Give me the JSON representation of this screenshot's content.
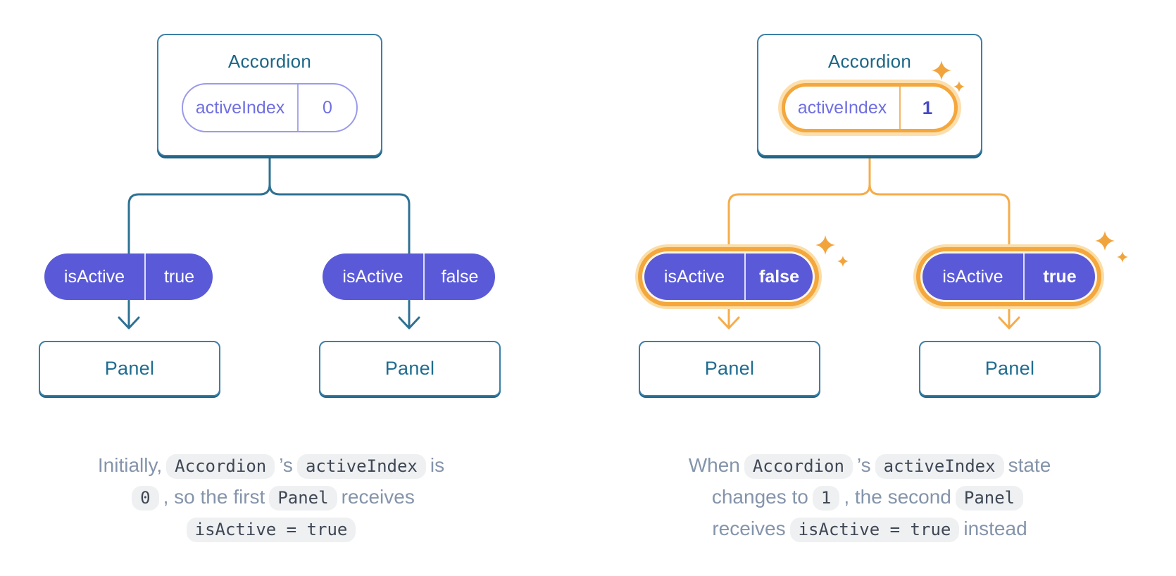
{
  "colors": {
    "teal_line": "#2d7193",
    "teal_border": "#3c7fa5",
    "teal_dark_edge": "#1e6183",
    "teal_text": "#1b6687",
    "purple_pill_fill": "#5a5ad8",
    "purple_text": "#6f6fe3",
    "purple_value_bold": "#4549c9",
    "highlight_orange": "#f4a73d",
    "highlight_orange_glow": "#fcdfae",
    "sparkle_orange": "#f2a43c",
    "caption_text": "#8494ab",
    "code_text": "#3f4754",
    "code_bg": "#eef0f2"
  },
  "left": {
    "root_label": "Accordion",
    "state": {
      "name": "activeIndex",
      "value": "0",
      "highlighted": false
    },
    "children": [
      {
        "prop": "isActive",
        "value": "true",
        "highlighted": false,
        "panel_label": "Panel"
      },
      {
        "prop": "isActive",
        "value": "false",
        "highlighted": false,
        "panel_label": "Panel"
      }
    ],
    "caption": {
      "seg1": "Initially,",
      "code1": "Accordion",
      "seg2": "’s",
      "code2": "activeIndex",
      "seg3": "is",
      "code3": "0",
      "seg4": ", so the first",
      "code4": "Panel",
      "seg5": "receives",
      "code5": "isActive = true"
    }
  },
  "right": {
    "root_label": "Accordion",
    "state": {
      "name": "activeIndex",
      "value": "1",
      "highlighted": true
    },
    "children": [
      {
        "prop": "isActive",
        "value": "false",
        "highlighted": true,
        "panel_label": "Panel"
      },
      {
        "prop": "isActive",
        "value": "true",
        "highlighted": true,
        "panel_label": "Panel"
      }
    ],
    "caption": {
      "seg1": "When",
      "code1": "Accordion",
      "seg2": "’s",
      "code2": "activeIndex",
      "seg3": "state",
      "seg4": "changes to",
      "code3": "1",
      "seg5": ", the second",
      "code4": "Panel",
      "seg6": "receives",
      "code5": "isActive = true",
      "seg7": "instead"
    }
  }
}
